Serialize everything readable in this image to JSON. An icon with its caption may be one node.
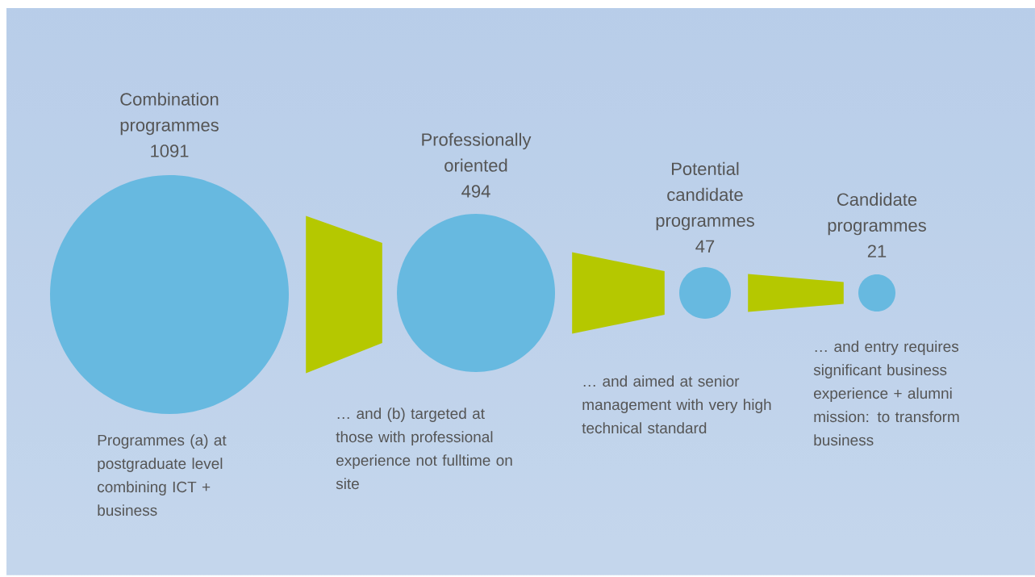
{
  "diagram": {
    "nodes": [
      {
        "text": [
          "Combination programmes",
          "1091"
        ]
      },
      {
        "text": [
          "Professionally oriented",
          "494"
        ]
      },
      {
        "text": [
          "Potential candidate programmes",
          "47"
        ]
      },
      {
        "text": [
          "Candidate programmes",
          "21"
        ]
      }
    ],
    "edges": [
      {
        "from": 0,
        "to": 1,
        "arrow": "none"
      },
      {
        "from": 1,
        "to": 2,
        "arrow": "none"
      },
      {
        "from": 2,
        "to": 3,
        "arrow": "none"
      }
    ],
    "labels": [
      "Programmes (a) at postgraduate level combining ICT + business",
      "… and (b) targeted at those with professional experience not fulltime on site",
      "… and aimed at senior management with very high technical standard",
      "… and entry requires significant business experience + alumni mission: to transform business"
    ]
  }
}
